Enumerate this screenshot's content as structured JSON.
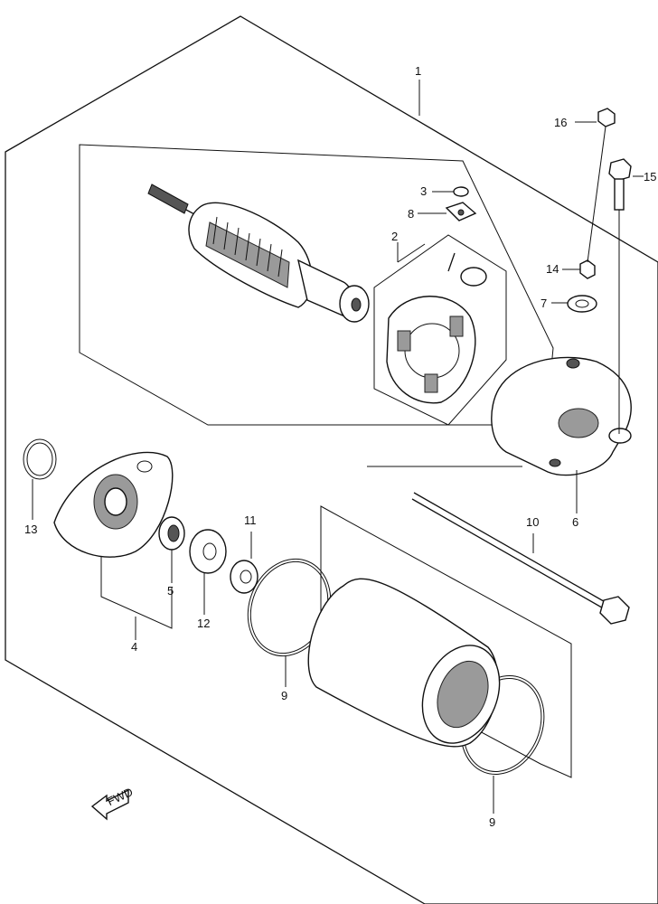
{
  "diagram": {
    "parts": [
      {
        "id": "p1",
        "number": "1"
      },
      {
        "id": "p2",
        "number": "2"
      },
      {
        "id": "p3",
        "number": "3"
      },
      {
        "id": "p4",
        "number": "4"
      },
      {
        "id": "p5",
        "number": "5"
      },
      {
        "id": "p6",
        "number": "6"
      },
      {
        "id": "p7",
        "number": "7"
      },
      {
        "id": "p8",
        "number": "8"
      },
      {
        "id": "p9a",
        "number": "9"
      },
      {
        "id": "p9b",
        "number": "9"
      },
      {
        "id": "p10",
        "number": "10"
      },
      {
        "id": "p11",
        "number": "11"
      },
      {
        "id": "p12",
        "number": "12"
      },
      {
        "id": "p13",
        "number": "13"
      },
      {
        "id": "p14",
        "number": "14"
      },
      {
        "id": "p15",
        "number": "15"
      },
      {
        "id": "p16",
        "number": "16"
      }
    ],
    "front_arrow_label": "FWD"
  }
}
